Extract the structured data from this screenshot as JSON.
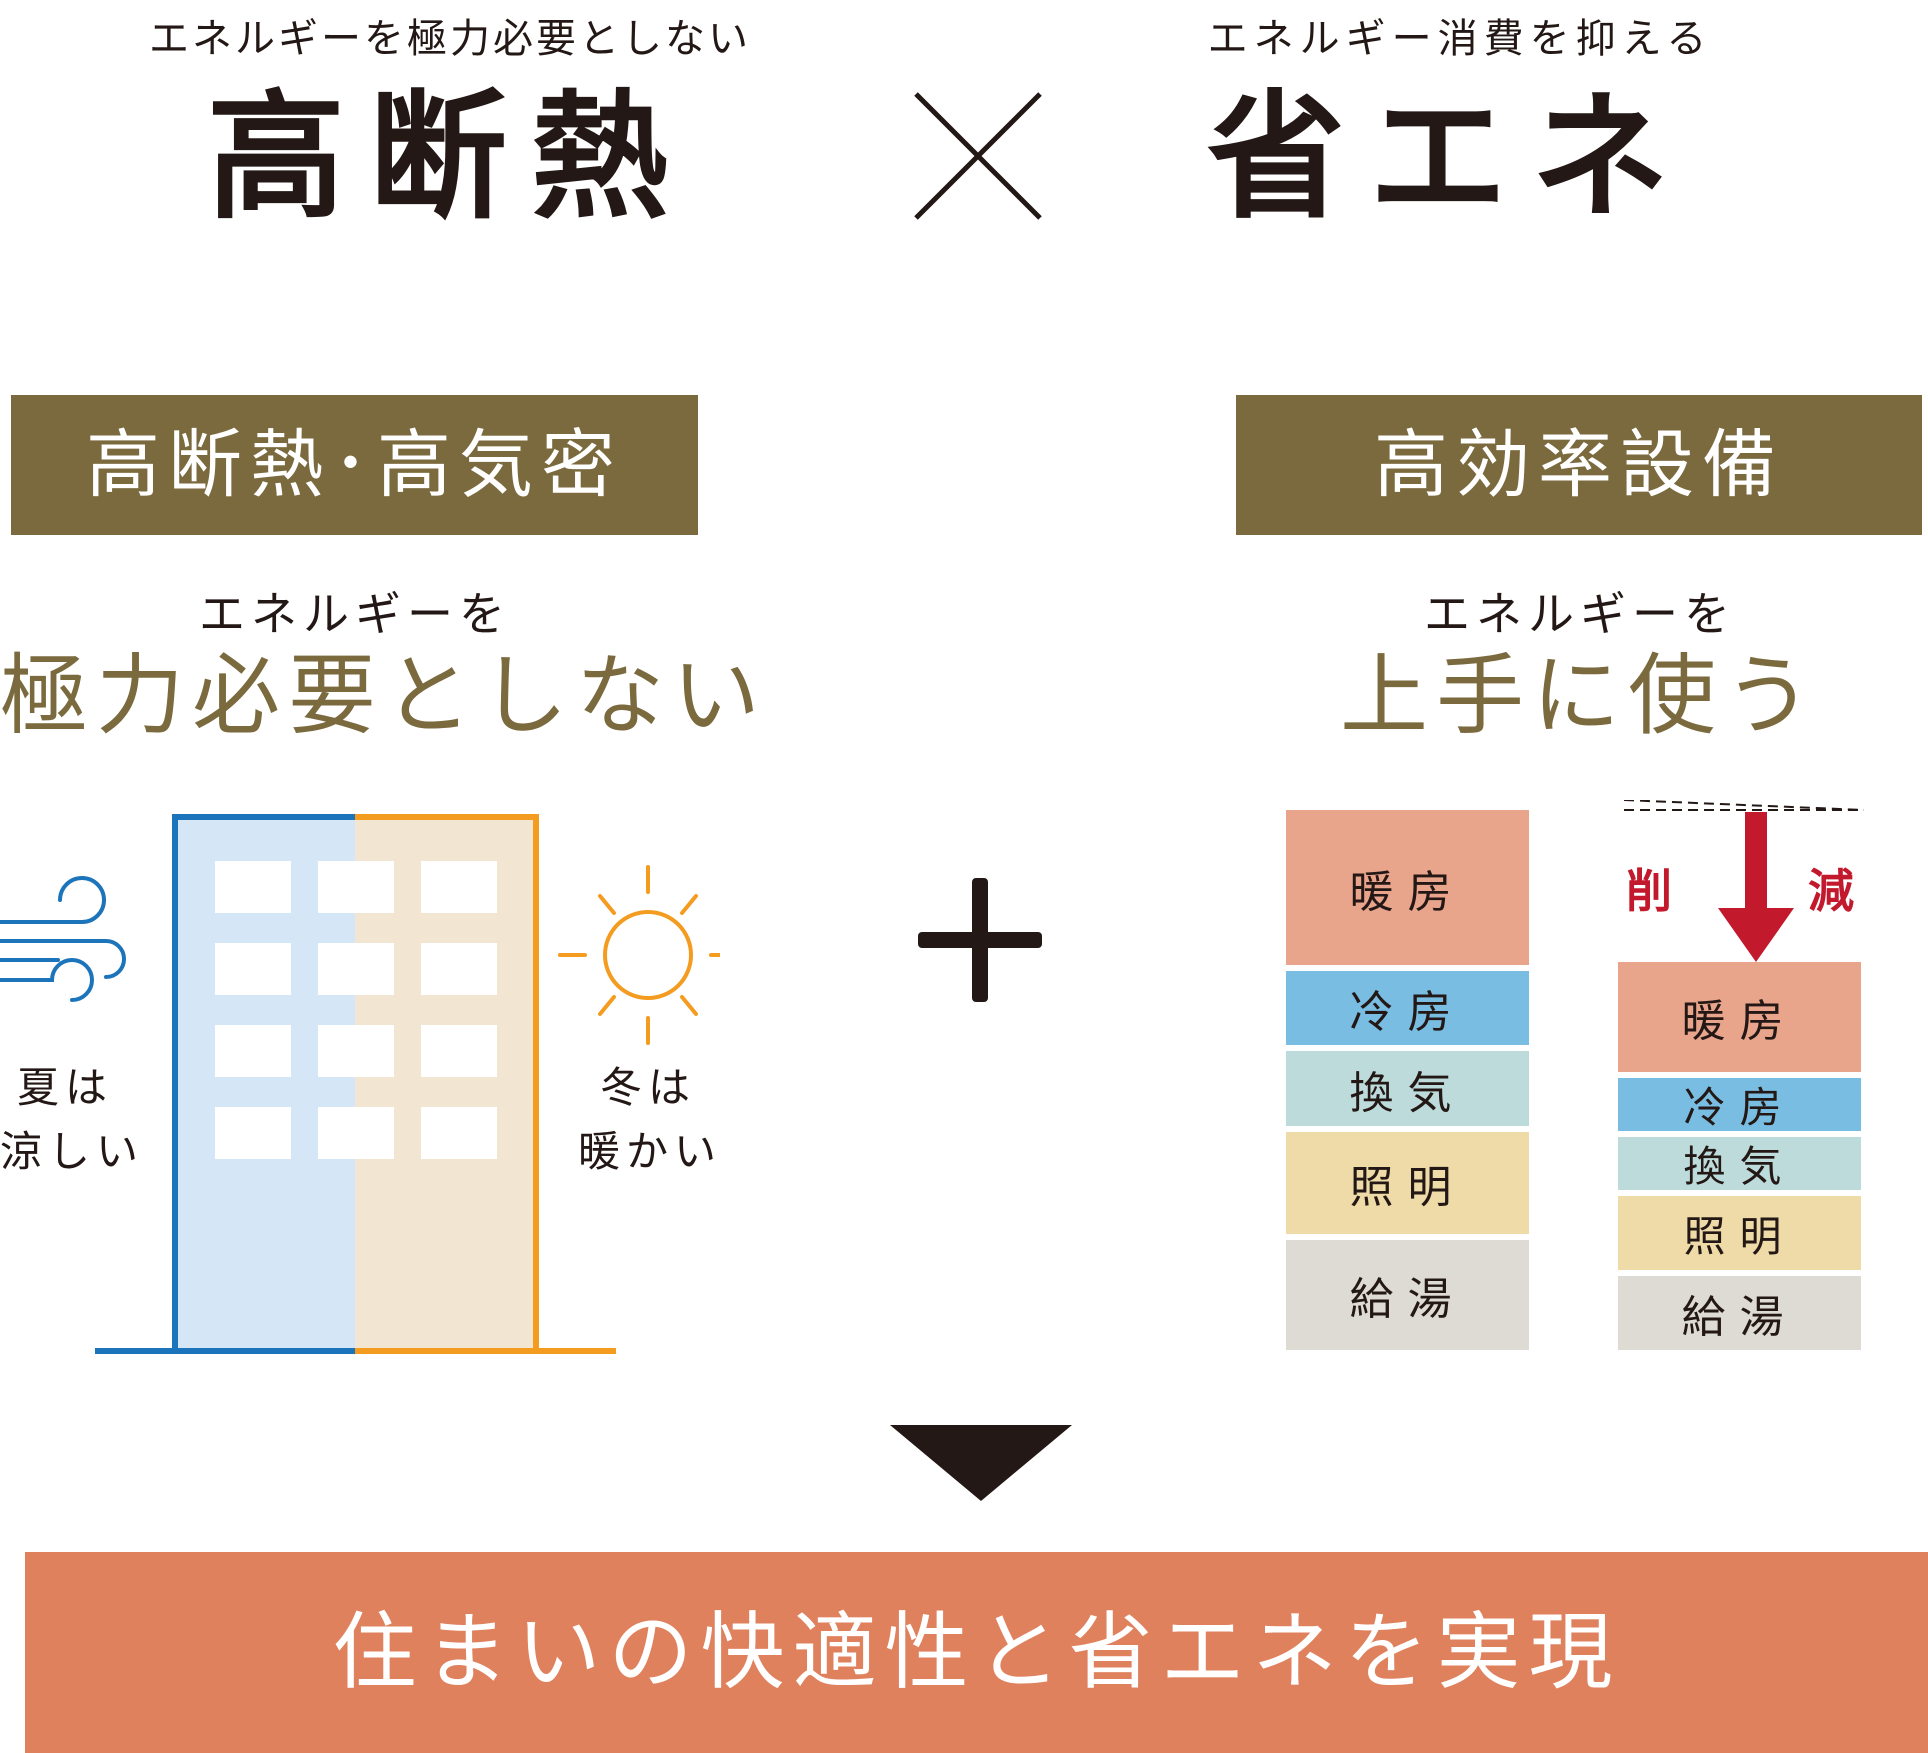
{
  "header": {
    "left_sub": "エネルギーを極力必要としない",
    "left_main": "高断熱",
    "right_sub": "エネルギー消費を抑える",
    "right_main": "省エネ"
  },
  "left_panel": {
    "bar_title": "高断熱･高気密",
    "sub_caption": "エネルギーを",
    "big_caption": "極力必要としない",
    "summer_line1": "夏は",
    "summer_line2": "涼しい",
    "winter_line1": "冬は",
    "winter_line2": "暖かい"
  },
  "right_panel": {
    "bar_title": "高効率設備",
    "sub_caption": "エネルギーを",
    "big_caption": "上手に使う",
    "reduce_left": "削",
    "reduce_right": "減",
    "before_bars": [
      {
        "label": "暖房",
        "color": "#e9a58b"
      },
      {
        "label": "冷房",
        "color": "#79bde2"
      },
      {
        "label": "換気",
        "color": "#bddbdb"
      },
      {
        "label": "照明",
        "color": "#eedba7"
      },
      {
        "label": "給湯",
        "color": "#dedad4"
      }
    ],
    "after_bars": [
      {
        "label": "暖房",
        "color": "#e9a58b"
      },
      {
        "label": "冷房",
        "color": "#79bde2"
      },
      {
        "label": "換気",
        "color": "#bddbdb"
      },
      {
        "label": "照明",
        "color": "#eedba7"
      },
      {
        "label": "給湯",
        "color": "#dedad4"
      }
    ]
  },
  "result": {
    "text": "住まいの快適性と省エネを実現"
  },
  "colors": {
    "olive": "#7a6a3e",
    "cool_blue": "#1c74bb",
    "warm_orange": "#f39c1f",
    "reduce_red": "#c3192d",
    "banner": "#e0815e"
  }
}
